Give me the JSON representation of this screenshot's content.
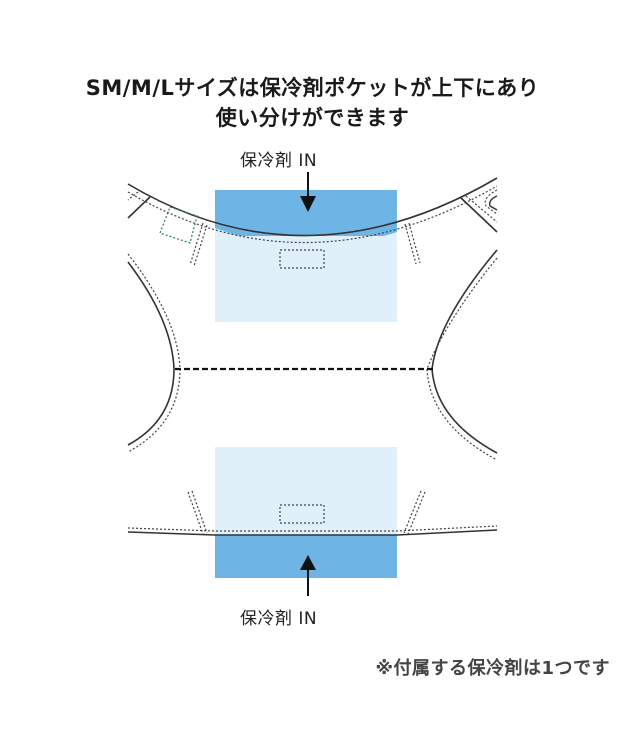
{
  "heading": {
    "line1": "SM/M/Lサイズは保冷剤ポケットが上下にあり",
    "line2": "使い分けができます"
  },
  "diagram": {
    "top_label": "保冷剤 IN",
    "bottom_label": "保冷剤 IN",
    "colors": {
      "pocket_dark": "#6eb5e5",
      "pocket_light": "#e0f0fa",
      "outline": "#333333",
      "stitch": "#444444",
      "tag": "#2e7d4f"
    },
    "icons": [
      "arrow-down-icon",
      "arrow-up-icon"
    ]
  },
  "footnote": "※付属する保冷剤は1つです"
}
